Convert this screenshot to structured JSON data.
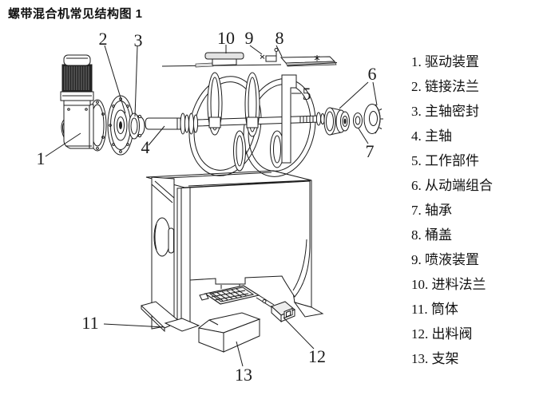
{
  "title": "螺带混合机常见结构图 1",
  "legend": {
    "items": [
      "1. 驱动装置",
      "2. 链接法兰",
      "3. 主轴密封",
      "4. 主轴",
      "5. 工作部件",
      "6. 从动端组合",
      "7. 轴承",
      "8. 桶盖",
      "9. 喷液装置",
      "10. 进料法兰",
      "11. 筒体",
      "12. 出料阀",
      "13. 支架"
    ]
  },
  "callouts": [
    "1",
    "2",
    "3",
    "4",
    "5",
    "6",
    "7",
    "8",
    "9",
    "10",
    "11",
    "12",
    "13"
  ],
  "colors": {
    "ink": "#1c1c1c",
    "background": "#ffffff",
    "plate_gray": "#d9d9d9"
  }
}
